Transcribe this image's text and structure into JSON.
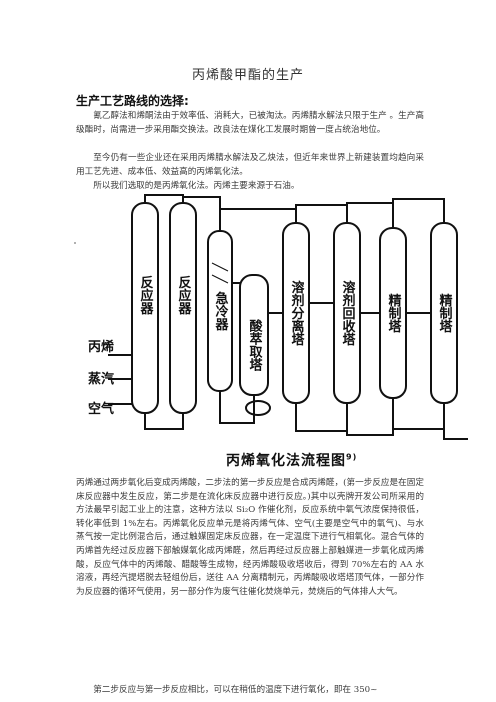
{
  "document": {
    "title": "丙烯酸甲酯的生产",
    "section_heading": "生产工艺路线的选择:",
    "paragraphs": [
      "氰乙醇法和烯酮法由于效率低、消耗大，已被淘汰。丙烯腈水解法只限于生产 。生产高级酯时，尚需进一步采用酯交换法。改良法在煤化工发展时期曾一度占统治地位。",
      "至今仍有一些企业还在采用丙烯腈水解法及乙炔法，但近年来世界上新建装置均趋向采用工艺先进、成本低、效益高的丙烯氧化法。",
      "所以我们选取的是丙烯氧化法。丙烯主要来源于石油。"
    ],
    "body_after_figure": "丙烯通过两步氧化后变成丙烯酸，二步法的第一步反应是合成丙烯醛，(第一步反应是在固定床反应器中发生反应，第二步是在流化床反应器中进行反应。)其中以壳牌开发公司所采用的方法最早引起工业上的注意，这种方法以 Si₂O 作催化剂，反应系统中氧气浓度保持很低，转化率低到 1%左右。丙烯氧化反应单元是将丙烯气体、空气(主要是空气中的氧气)、与水蒸气按一定比例混合后，通过触媒固定床反应器，在一定温度下进行气相氧化。混合气体的丙烯首先经过反应器下部触媒氧化成丙烯醛，然后再经过反应器上部触媒进一步氧化成丙烯酸，反应气体中的丙烯酸、醋酸等生成物，经丙烯酸吸收塔收后，得到 70%左右的 AA 水溶液，再经汽提塔脱去轻组份后，送往 AA 分离精制元，丙烯酸吸收塔塔顶气体，一部分作为反应器的循环气使用，另一部分作为废气往催化焚烧单元，焚烧后的气体排人大气。",
    "last_line": "第二步反应与第一步反应相比，可以在稍低的温度下进行氧化，即在 350~"
  },
  "figure": {
    "caption": "丙烯氧化法流程图",
    "caption_ref": "9)",
    "inputs": [
      "丙烯",
      "蒸汽",
      "空气"
    ],
    "units": [
      "反应器",
      "反应器",
      "急冷器",
      "酸萃取塔",
      "溶剂分离塔",
      "溶剂回收塔",
      "精制塔",
      "精制塔"
    ]
  }
}
